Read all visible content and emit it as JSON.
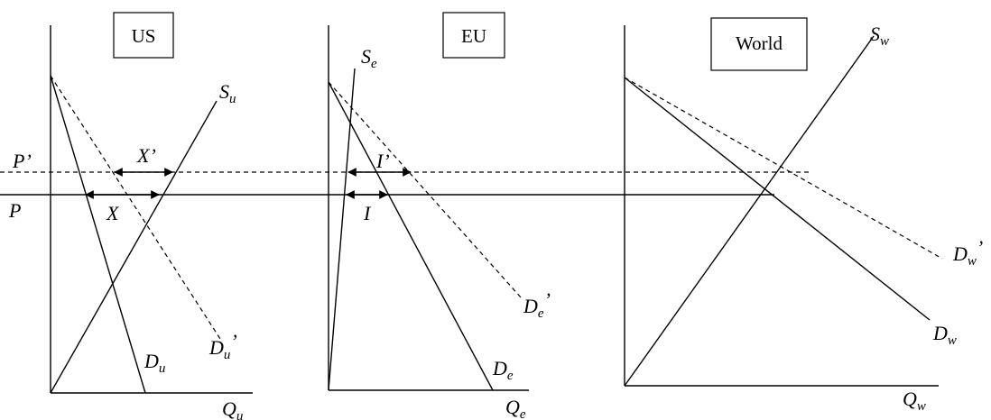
{
  "panels": {
    "us": {
      "title": "US",
      "supply": "S",
      "supply_sub": "u",
      "demand": "D",
      "demand_sub": "u",
      "demand_new": "D",
      "demand_new_sub": "u",
      "demand_new_prime": "’",
      "qty": "Q",
      "qty_sub": "u"
    },
    "eu": {
      "title": "EU",
      "supply": "S",
      "supply_sub": "e",
      "demand": "D",
      "demand_sub": "e",
      "demand_new": "D",
      "demand_new_sub": "e",
      "demand_new_prime": "’",
      "qty": "Q",
      "qty_sub": "e"
    },
    "world": {
      "title": "World",
      "supply": "S",
      "supply_sub": "w",
      "demand": "D",
      "demand_sub": "w",
      "demand_new": "D",
      "demand_new_sub": "w",
      "demand_new_prime": "’",
      "qty": "Q",
      "qty_sub": "w"
    }
  },
  "prices": {
    "p": "P",
    "p_new": "P’"
  },
  "quantities": {
    "exports": "X",
    "exports_new": "X’",
    "imports": "I",
    "imports_new": "I’"
  }
}
